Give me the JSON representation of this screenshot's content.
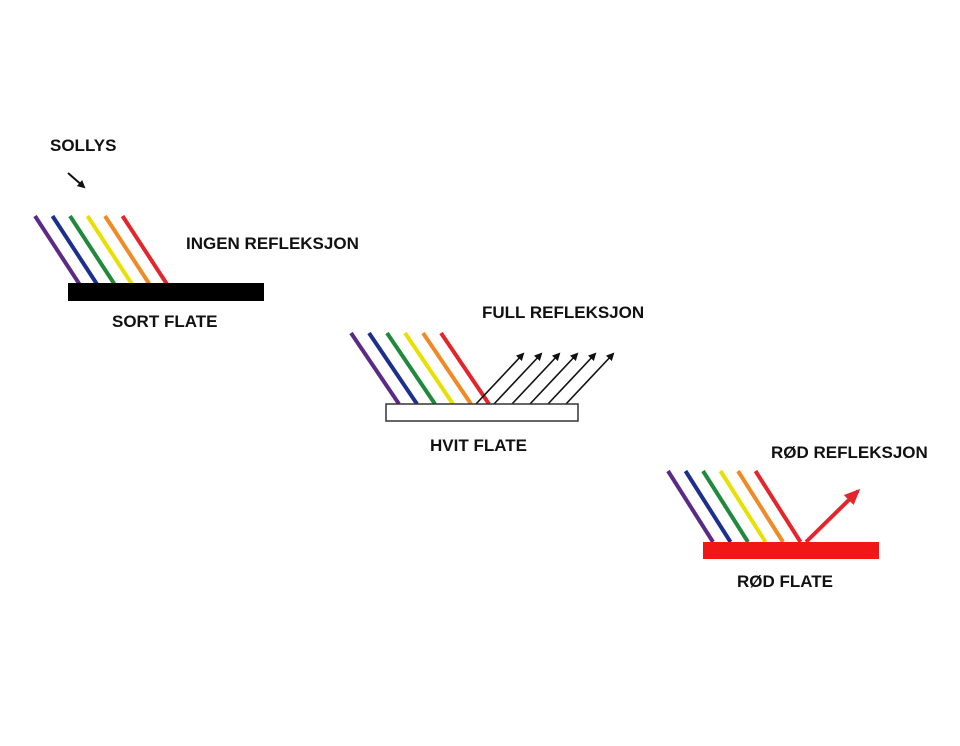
{
  "labels": {
    "sunlight": "SOLLYS",
    "no_reflection": "INGEN REFLEKSJON",
    "black_surface": "SORT FLATE",
    "full_reflection": "FULL REFLEKSJON",
    "white_surface": "HVIT FLATE",
    "red_reflection": "RØD REFLEKSJON",
    "red_surface": "RØD FLATE"
  },
  "colors": {
    "spectrum": [
      "#5b2a86",
      "#1c2f8f",
      "#1f8a3a",
      "#e8e000",
      "#f08a24",
      "#e3262b"
    ],
    "black_surface": "#000000",
    "white_surface": "#ffffff",
    "red_surface": "#f21717",
    "reflected_full": "#111111",
    "reflected_red": "#e3262b"
  }
}
